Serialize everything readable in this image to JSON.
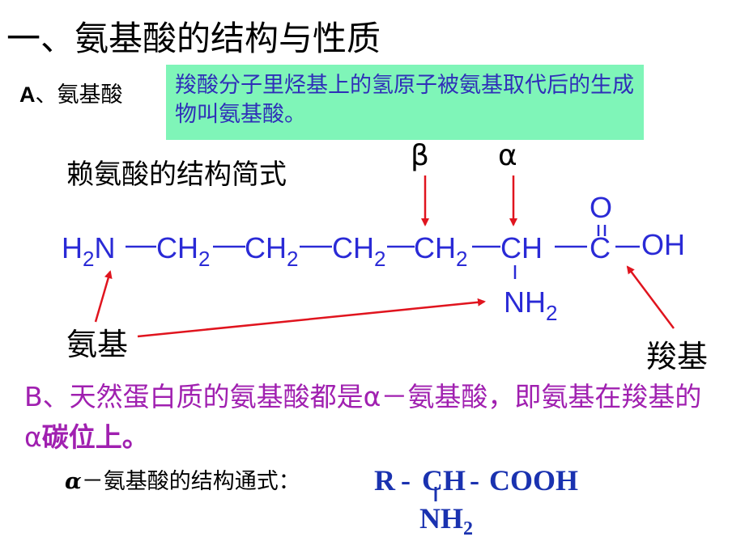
{
  "title": "一、氨基酸的结构与性质",
  "section_a": {
    "letter": "A",
    "rest": "、氨基酸",
    "definition": "羧酸分子里烃基上的氢原子被氨基取代后的生成物叫氨基酸。"
  },
  "lysine": {
    "caption": "赖氨酸的结构简式",
    "beta_label": "β",
    "alpha_label": "α",
    "chain": {
      "h": "H",
      "h_sub": "2",
      "n": "N",
      "ch2_1": "CH",
      "ch2_1_sub": "2",
      "ch2_2": "CH",
      "ch2_2_sub": "2",
      "ch2_3": "CH",
      "ch2_3_sub": "2",
      "ch2_4": "CH",
      "ch2_4_sub": "2",
      "ch": "CH",
      "c": "C",
      "o_top": "O",
      "oh": "OH",
      "nh": "NH",
      "nh_sub": "2"
    },
    "amino_label": "氨基",
    "carboxyl_label": "羧基",
    "chem_color": "#2a2ad6",
    "arrow_color": "#e0141e"
  },
  "section_b": {
    "prefix": "B、天然蛋白质的氨基酸都是α－氨基酸，即氨基在羧基的α",
    "bold": "碳位上。",
    "color": "#a020b0"
  },
  "general_formula": {
    "alpha": "α",
    "caption": "－氨基酸的结构通式：",
    "r": "R",
    "dash1": "-",
    "ch": "CH",
    "dash2": "-",
    "cooh": "COOH",
    "nh": "NH",
    "nh_sub": "2",
    "color": "#1a32b0"
  },
  "definition_box_color": "#7ff5b8"
}
